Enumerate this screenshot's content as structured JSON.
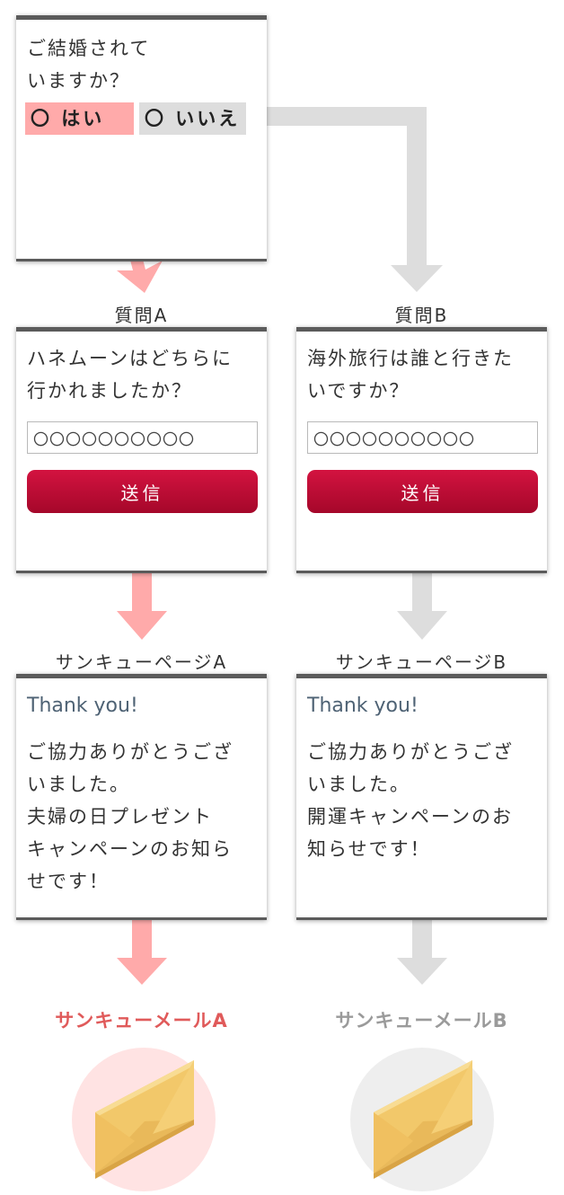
{
  "colors": {
    "accent_a": "#ffaaaa",
    "accent_b": "#dddddd",
    "mail_a_text": "#e05a5a",
    "mail_b_text": "#9a9a9a",
    "button": "#c10d36",
    "envelope": "#f2c86a"
  },
  "question": {
    "text": "ご結婚されて\nいますか？",
    "option_yes": "〇 はい",
    "option_no": "〇 いいえ"
  },
  "branch_a": {
    "label": "質問A",
    "question": "ハネムーンはどちらに\n行かれましたか？",
    "input_value": "〇〇〇〇〇〇〇〇〇〇",
    "submit_label": "送信",
    "thanks_label": "サンキューページA",
    "thanks_title": "Thank you!",
    "thanks_body": "ご協力ありがとうござ\nいました。\n夫婦の日プレゼント\nキャンペーンのお知ら\nせです！",
    "mail_label": "サンキューメールA"
  },
  "branch_b": {
    "label": "質問B",
    "question": "海外旅行は誰と行きた\nいですか？",
    "input_value": "〇〇〇〇〇〇〇〇〇〇",
    "submit_label": "送信",
    "thanks_label": "サンキューページB",
    "thanks_title": "Thank you!",
    "thanks_body": "ご協力ありがとうござ\nいました。\n開運キャンペーンのお\n知らせです！",
    "mail_label": "サンキューメールB"
  }
}
